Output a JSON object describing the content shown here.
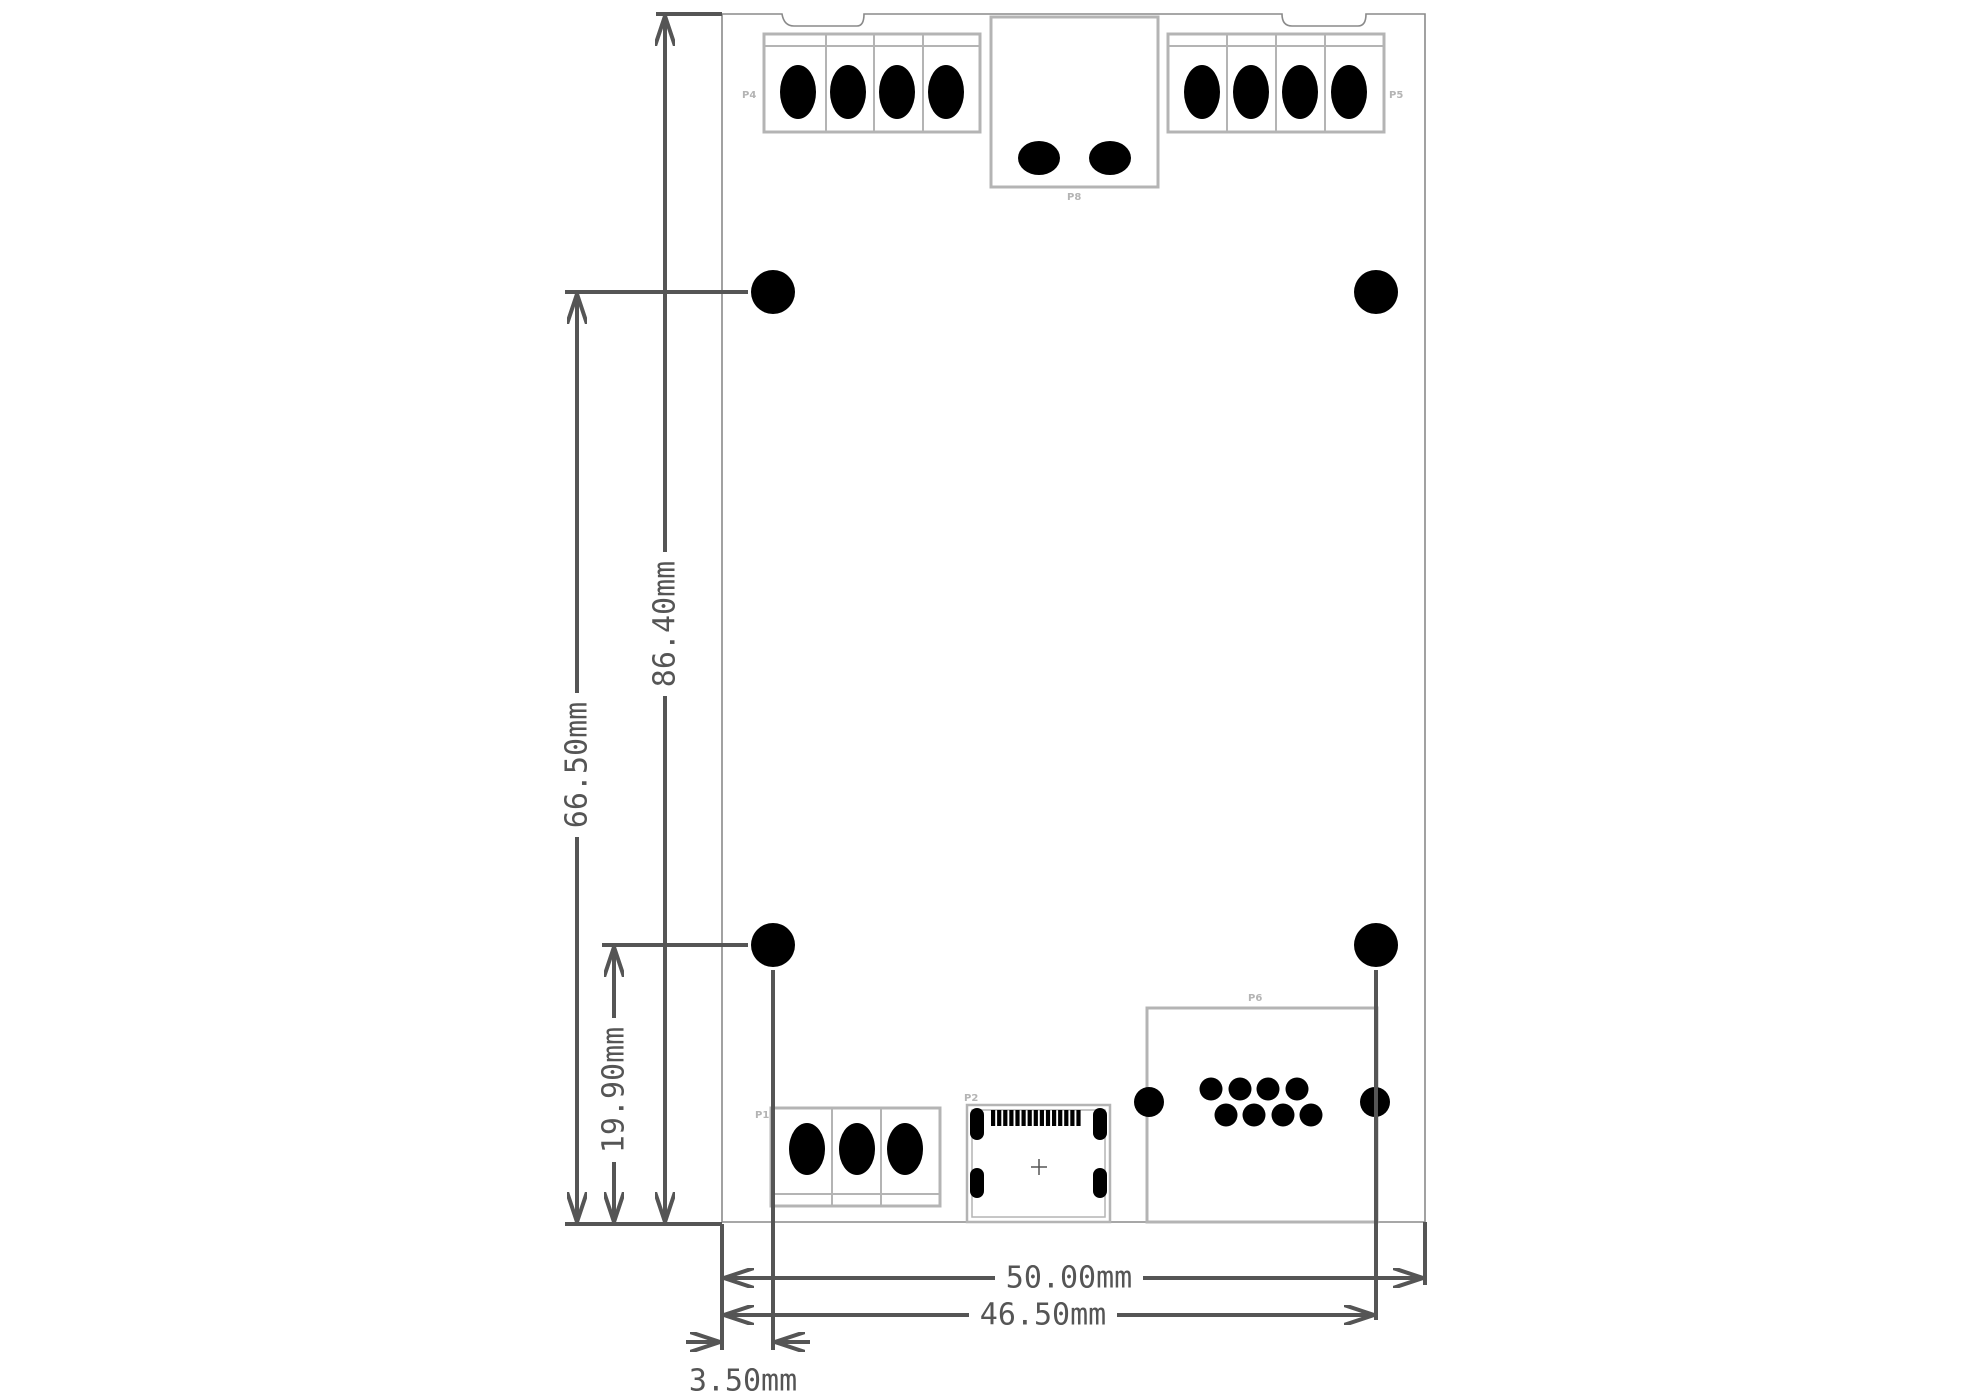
{
  "colors": {
    "board_outline": "#8a8a8a",
    "silkscreen": "#b4b4b4",
    "pad": "#000000",
    "dimension": "#555555"
  },
  "dimensions": {
    "board_height": "86.40mm",
    "hole_spacing_y": "66.50mm",
    "hole_offset_y": "19.90mm",
    "board_width": "50.00mm",
    "hole_spacing_x": "46.50mm",
    "hole_offset_x": "3.50mm"
  },
  "components": {
    "p4": "P4",
    "p5": "P5",
    "p8": "P8",
    "p1": "P1",
    "p2": "P2",
    "p6": "P6"
  }
}
